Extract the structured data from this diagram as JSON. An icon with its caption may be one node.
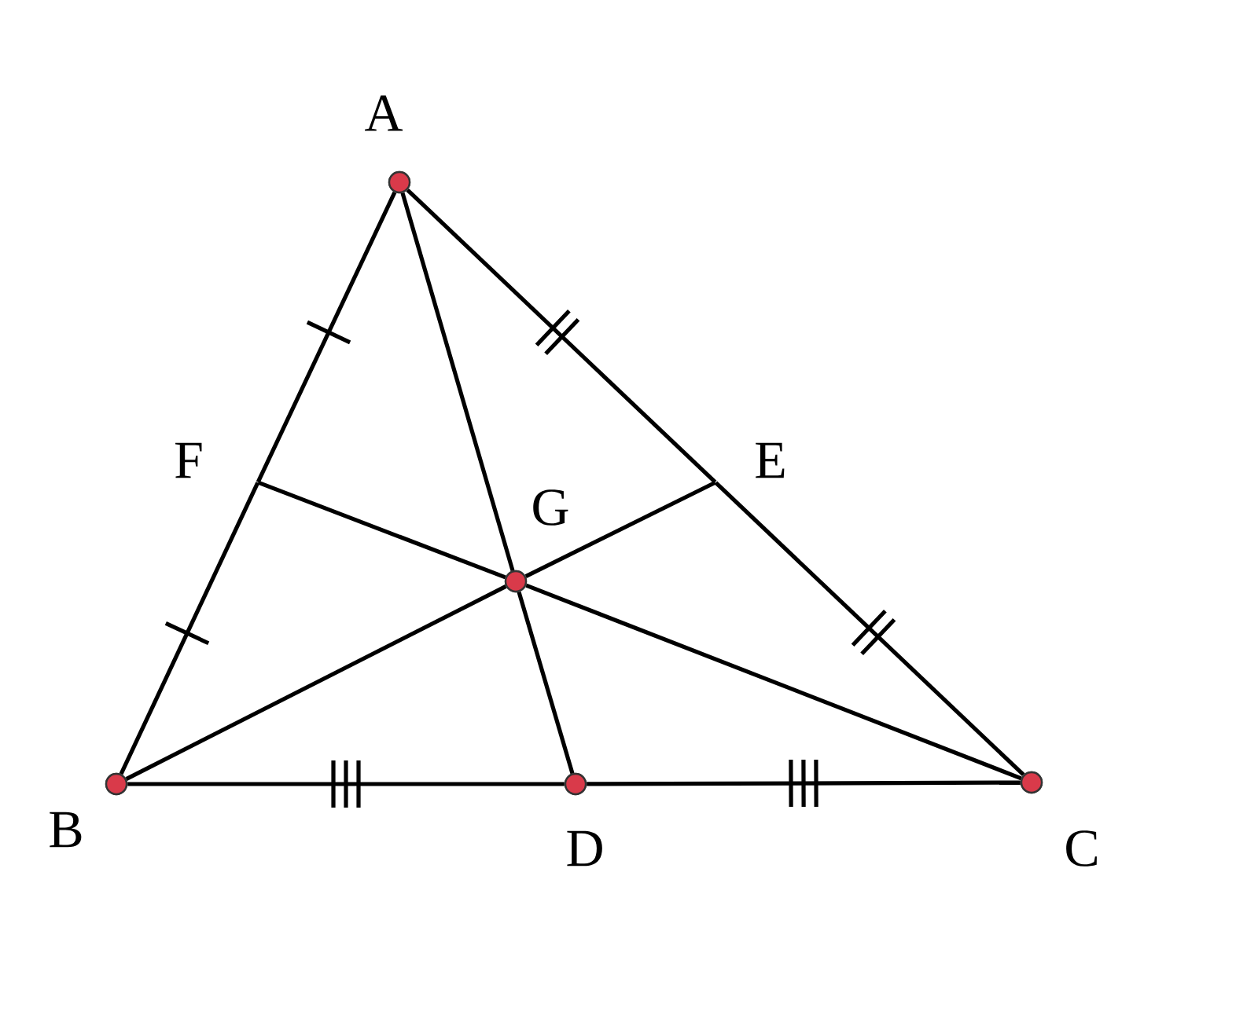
{
  "diagram": {
    "nodes": [
      {
        "text": [],
        "shape": "circle",
        "beside": [
          "A"
        ]
      },
      {
        "text": [],
        "shape": "circle",
        "beside": [
          "B"
        ]
      },
      {
        "text": [],
        "shape": "circle",
        "beside": [
          "C"
        ]
      },
      {
        "text": [],
        "shape": "circle",
        "beside": [
          "D"
        ]
      },
      {
        "text": [],
        "shape": "point",
        "beside": [
          "E"
        ]
      },
      {
        "text": [],
        "shape": "point",
        "beside": [
          "F"
        ]
      },
      {
        "text": [],
        "shape": "circle",
        "beside": [
          "G"
        ]
      }
    ],
    "edges": [
      {
        "from": 0,
        "to": 5,
        "arrow": "none"
      },
      {
        "from": 5,
        "to": 1,
        "arrow": "none"
      },
      {
        "from": 0,
        "to": 4,
        "arrow": "none"
      },
      {
        "from": 4,
        "to": 2,
        "arrow": "none"
      },
      {
        "from": 1,
        "to": 3,
        "arrow": "none"
      },
      {
        "from": 3,
        "to": 2,
        "arrow": "none"
      },
      {
        "from": 0,
        "to": 6,
        "arrow": "none"
      },
      {
        "from": 6,
        "to": 3,
        "arrow": "none"
      },
      {
        "from": 1,
        "to": 6,
        "arrow": "none"
      },
      {
        "from": 6,
        "to": 4,
        "arrow": "none"
      },
      {
        "from": 2,
        "to": 6,
        "arrow": "none"
      },
      {
        "from": 6,
        "to": 5,
        "arrow": "none"
      }
    ]
  }
}
